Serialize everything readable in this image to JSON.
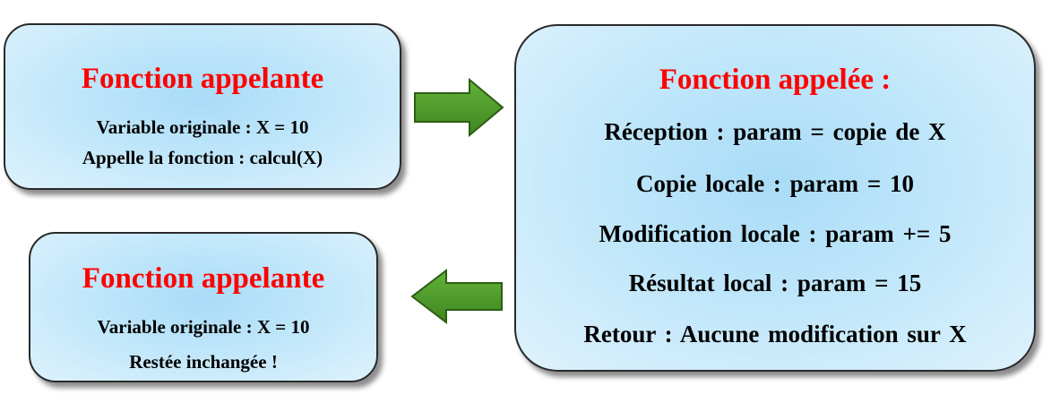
{
  "caller_box": {
    "title": "Fonction appelante",
    "line1": "Variable originale : X = 10",
    "line2": "Appelle la fonction : calcul(X)"
  },
  "called_box": {
    "title": "Fonction appelée :",
    "line1": "Réception : param = copie de X",
    "line2": "Copie locale : param = 10",
    "line3": "Modification locale : param += 5",
    "line4": "Résultat local : param = 15",
    "line5": "Retour : Aucune modification sur X"
  },
  "caller_after_box": {
    "title": "Fonction appelante",
    "line1": "Variable originale : X = 10",
    "line2": "Restée inchangée !"
  },
  "colors": {
    "title": "#ff0000",
    "text": "#000000",
    "box_fill": "#bfe6fa",
    "arrow_fill": "#4f9a2a",
    "arrow_stroke": "#2c5e12"
  },
  "arrows": [
    {
      "name": "arrow-to-called",
      "direction": "right"
    },
    {
      "name": "arrow-to-caller",
      "direction": "left"
    }
  ]
}
